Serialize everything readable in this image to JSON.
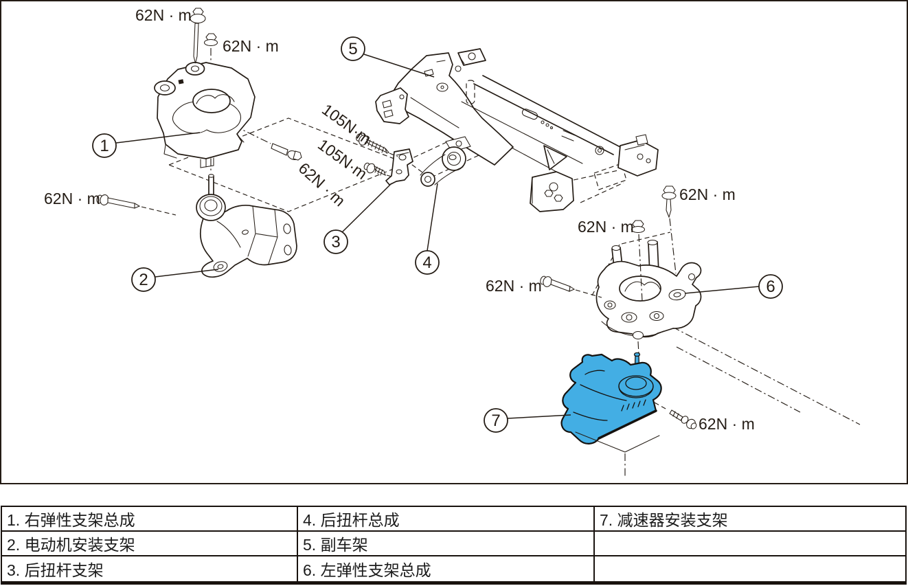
{
  "figure": {
    "torque_labels": [
      "62N · m",
      "62N · m",
      "62N · m",
      "62N · m",
      "105N·m",
      "105N·m",
      "62N · m",
      "62N · m",
      "62N · m",
      "62N · m"
    ],
    "callouts": [
      "1",
      "2",
      "3",
      "4",
      "5",
      "6",
      "7"
    ]
  },
  "colors": {
    "highlight": "#43AEE4",
    "line": "#241C15"
  },
  "table": {
    "rows": [
      [
        "1. 右弹性支架总成",
        "4. 后扭杆总成",
        "7. 减速器安装支架"
      ],
      [
        "2. 电动机安装支架",
        "5. 副车架",
        ""
      ],
      [
        "3. 后扭杆支架",
        "6. 左弹性支架总成",
        ""
      ]
    ]
  }
}
